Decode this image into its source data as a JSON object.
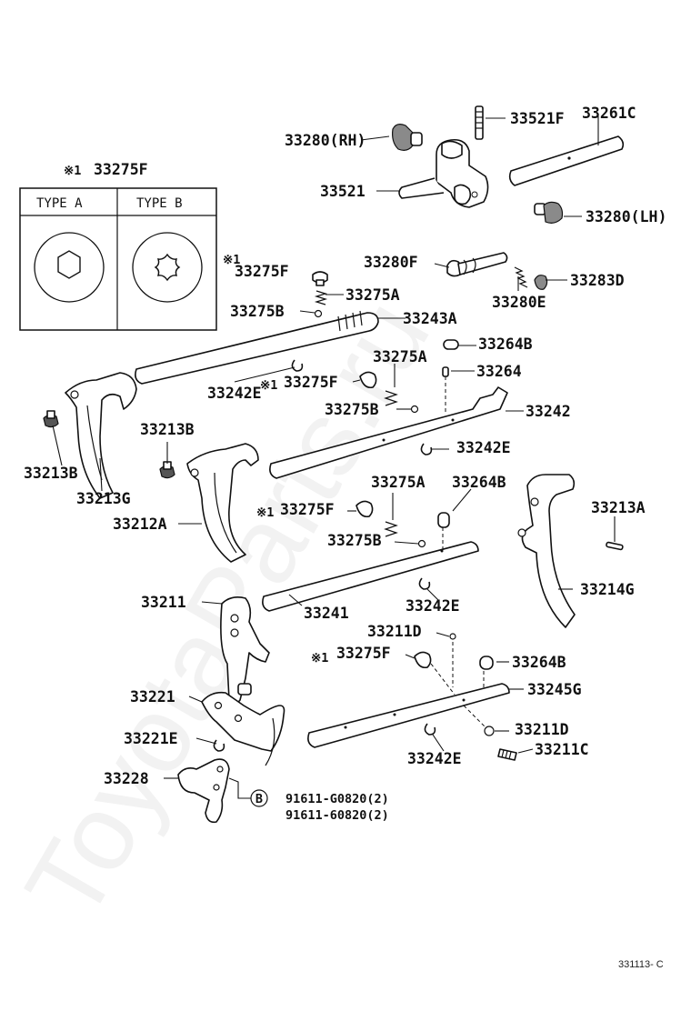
{
  "watermark": "ToyotaParts.ru",
  "legend": {
    "marker": "※1",
    "part": "33275F",
    "type_a": "TYPE A",
    "type_b": "TYPE B"
  },
  "labels": {
    "p33280_rh": "33280(RH)",
    "p33521F": "33521F",
    "p33261C": "33261C",
    "p33521": "33521",
    "p33280_lh": "33280(LH)",
    "p33280F": "33280F",
    "p33283D": "33283D",
    "p33280E": "33280E",
    "mk_33275F_a": "※1",
    "p33275F_a": "33275F",
    "p33275A_a": "33275A",
    "p33275B_a": "33275B",
    "p33243A": "33243A",
    "p33264B_a": "33264B",
    "p33275A_b": "33275A",
    "p33264": "33264",
    "p33242E_a": "33242E",
    "mk_33275F_b": "※1",
    "p33275F_b": "33275F",
    "p33275B_b": "33275B",
    "p33242": "33242",
    "p33242E_b": "33242E",
    "p33213B_a": "33213B",
    "p33213B_b": "33213B",
    "p33213G": "33213G",
    "p33212A": "33212A",
    "p33275A_c": "33275A",
    "p33264B_b": "33264B",
    "mk_33275F_c": "※1",
    "p33275F_c": "33275F",
    "p33275B_c": "33275B",
    "p33213A": "33213A",
    "p33214G": "33214G",
    "p33211": "33211",
    "p33241": "33241",
    "p33242E_c": "33242E",
    "p33211D_a": "33211D",
    "mk_33275F_d": "※1",
    "p33275F_d": "33275F",
    "p33264B_c": "33264B",
    "p33245G": "33245G",
    "p33221": "33221",
    "p33211D_b": "33211D",
    "p33221E": "33221E",
    "p33211C": "33211C",
    "p33242E_d": "33242E",
    "p33228": "33228",
    "bolt_marker": "B",
    "bolt_1": "91611-G0820(2)",
    "bolt_2": "91611-60820(2)"
  },
  "footer": {
    "figure_id": "331113- C"
  }
}
